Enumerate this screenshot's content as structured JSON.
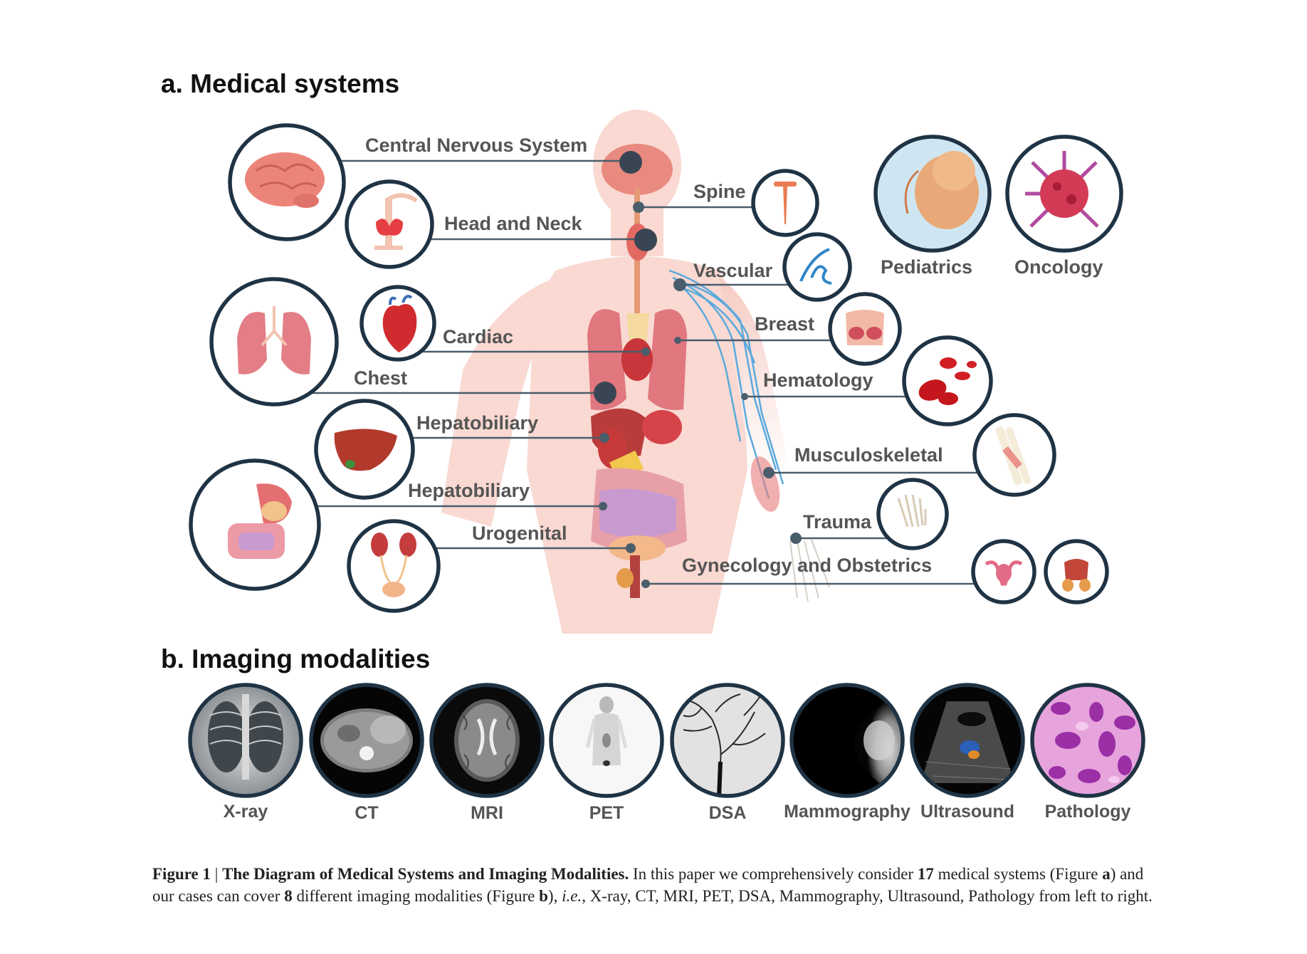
{
  "section_a": {
    "title": "a. Medical systems"
  },
  "section_b": {
    "title": "b. Imaging modalities"
  },
  "systems": {
    "cns": "Central Nervous System",
    "head_neck": "Head and Neck",
    "cardiac": "Cardiac",
    "chest": "Chest",
    "hepatobiliary_1": "Hepatobiliary",
    "hepatobiliary_2": "Hepatobiliary",
    "urogenital": "Urogenital",
    "spine": "Spine",
    "vascular": "Vascular",
    "breast": "Breast",
    "hematology": "Hematology",
    "musculoskeletal": "Musculoskeletal",
    "trauma": "Trauma",
    "gynecology": "Gynecology and Obstetrics",
    "pediatrics": "Pediatrics",
    "oncology": "Oncology"
  },
  "modalities": {
    "xray": "X-ray",
    "ct": "CT",
    "mri": "MRI",
    "pet": "PET",
    "dsa": "DSA",
    "mammography": "Mammography",
    "ultrasound": "Ultrasound",
    "pathology": "Pathology"
  },
  "caption": {
    "label": "Figure 1",
    "separator": " | ",
    "heading": "The Diagram of Medical Systems and Imaging Modalities.",
    "t1": " In this paper we comprehensively consider ",
    "n_systems": "17",
    "t2": " medical systems (Figure ",
    "fig_a": "a",
    "t3": ") and our cases can cover ",
    "n_modalities": "8",
    "t4": " different imaging modalities (Figure ",
    "fig_b": "b",
    "t5": "), ",
    "ie": "i.e.",
    "t6": ", X-ray, CT, MRI, PET, DSA, Mammography, Ultrasound, Pathology from left to right."
  },
  "colors": {
    "frame": "#1f3344",
    "body_silhouette": "#f9d9d2",
    "organ_red": "#e0606a",
    "vessel_blue": "#5aa9dd"
  },
  "icons": {
    "cns": "brain-icon",
    "head_neck": "thyroid-icon",
    "chest": "lungs-icon",
    "cardiac": "heart-icon",
    "hepatobiliary_1": "liver-icon",
    "hepatobiliary_2": "digestive-tract-icon",
    "urogenital": "kidney-bladder-icon",
    "spine": "spine-icon",
    "vascular": "blood-vessel-icon",
    "breast": "breast-icon",
    "hematology": "blood-cells-icon",
    "musculoskeletal": "bone-icon",
    "trauma": "hand-skeleton-icon",
    "gynecology_1": "uterus-icon",
    "gynecology_2": "male-reproductive-icon",
    "pediatrics": "fetus-icon",
    "oncology": "tumor-cell-icon"
  }
}
